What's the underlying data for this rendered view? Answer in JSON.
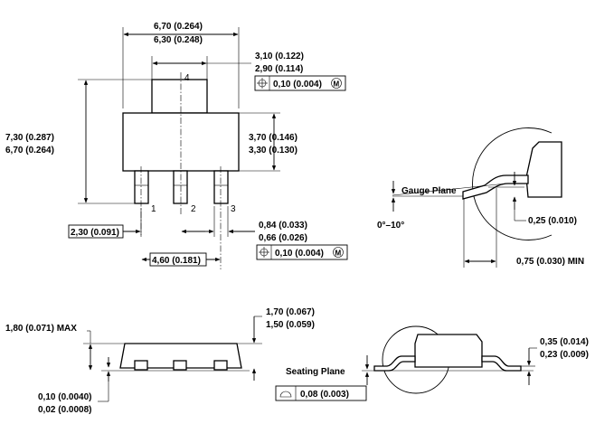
{
  "top_view": {
    "width_max": "6,70 (0.264)",
    "width_min": "6,30 (0.248)",
    "tab_width_max": "3,10 (0.122)",
    "tab_width_min": "2,90 (0.114)",
    "tab_tolerance": "0,10 (0.004)",
    "tab_modifier": "M",
    "height_max": "7,30 (0.287)",
    "height_min": "6,70 (0.264)",
    "body_height_max": "3,70 (0.146)",
    "body_height_min": "3,30 (0.130)",
    "pin_pitch": "2,30 (0.091)",
    "pin_span": "4,60 (0.181)",
    "lead_width_max": "0,84 (0.033)",
    "lead_width_min": "0,66 (0.026)",
    "lead_tolerance": "0,10 (0.004)",
    "lead_modifier": "M",
    "pins": [
      "1",
      "2",
      "3"
    ],
    "tab_pin": "4"
  },
  "detail": {
    "gauge_plane": "Gauge Plane",
    "angle": "0°–10°",
    "gauge_height": "0,25 (0.010)",
    "foot_length": "0,75 (0.030) MIN"
  },
  "side_view": {
    "height_max": "1,80 (0.071) MAX",
    "body_thickness_max": "1,70 (0.067)",
    "body_thickness_min": "1,50 (0.059)",
    "standoff_max": "0,10 (0.0040)",
    "standoff_min": "0,02 (0.0008)"
  },
  "end_view": {
    "seating_plane": "Seating Plane",
    "coplanarity": "0,08 (0.003)",
    "lead_thickness_max": "0,35 (0.014)",
    "lead_thickness_min": "0,23 (0.009)"
  },
  "icons": [
    "position-tolerance-icon",
    "mmc-modifier-icon",
    "flatness-symbol-icon"
  ]
}
